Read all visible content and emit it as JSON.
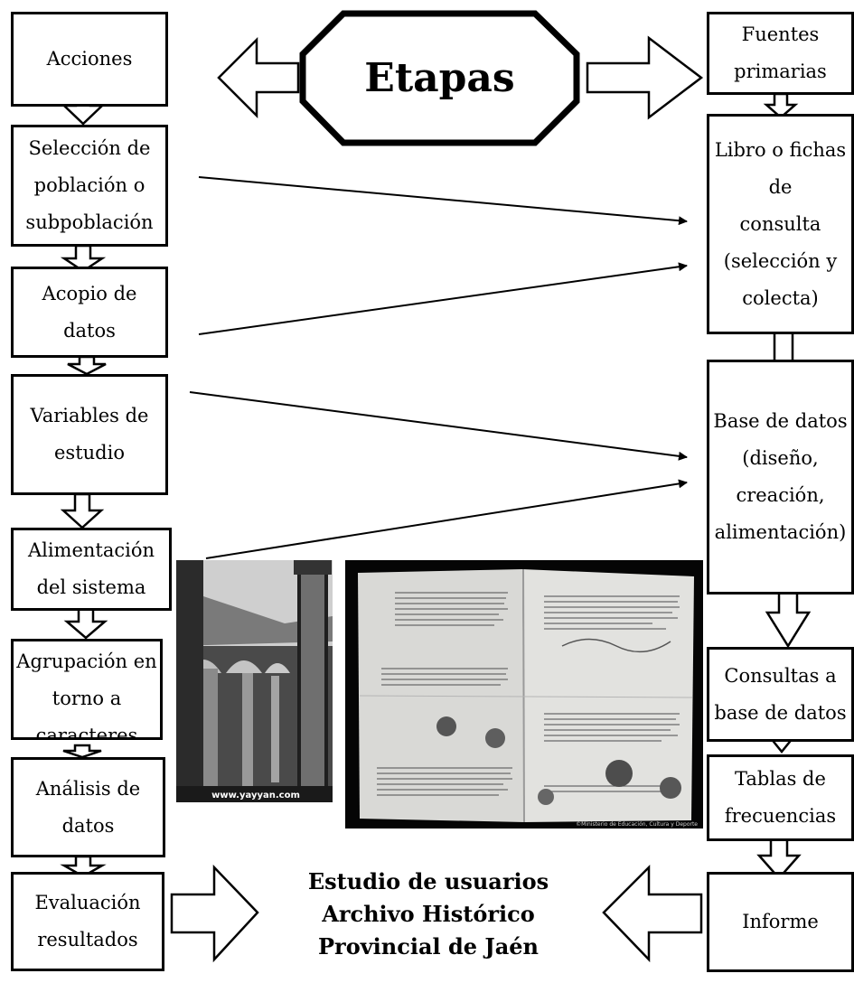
{
  "title": "Etapas",
  "left_column_header": "Acciones",
  "right_column_header": "Fuentes\nprimarias",
  "left_steps": [
    "Selección de\npoblación o\nsubpoblación",
    "Acopio de\ndatos",
    "Variables de\nestudio",
    "Alimentación\ndel sistema",
    "Agrupación en\ntorno a\ncaracteres",
    "Análisis de\ndatos",
    "Evaluación\nresultados"
  ],
  "right_steps": [
    "Libro o fichas\nde\nconsulta\n(selección y\ncolecta)",
    "Base de datos\n(diseño,\ncreación,\nalimentación)",
    "Consultas a\nbase de datos",
    "Tablas de\nfrecuencias",
    "Informe"
  ],
  "study_title": "Estudio de usuarios\nArchivo Histórico\nProvincial de Jaén",
  "photo_cloister_watermark": "www.yayyan.com",
  "photo_document_watermark": "©Ministerio de Educación, Cultura y Deporte"
}
